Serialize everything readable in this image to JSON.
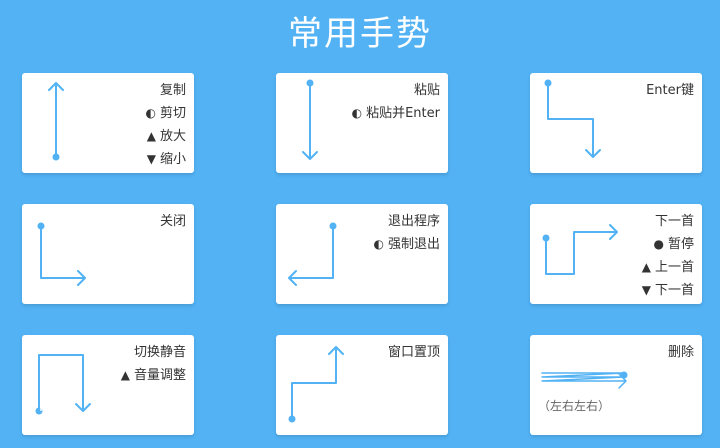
{
  "title": "常用手势",
  "colors": {
    "background": "#52b2f4",
    "stroke": "#52b2f4",
    "card": "#ffffff"
  },
  "cards": [
    {
      "name": "copy",
      "lines": [
        {
          "symbol": "",
          "text": "复制"
        },
        {
          "symbol": "◐",
          "text": "剪切"
        },
        {
          "symbol": "▲",
          "text": "放大"
        },
        {
          "symbol": "▼",
          "text": "缩小"
        }
      ]
    },
    {
      "name": "paste",
      "lines": [
        {
          "symbol": "",
          "text": "粘贴"
        },
        {
          "symbol": "◐",
          "text": "粘贴并Enter"
        }
      ]
    },
    {
      "name": "enter",
      "lines": [
        {
          "symbol": "",
          "text": "Enter键"
        }
      ]
    },
    {
      "name": "close",
      "lines": [
        {
          "symbol": "",
          "text": "关闭"
        }
      ]
    },
    {
      "name": "exit",
      "lines": [
        {
          "symbol": "",
          "text": "退出程序"
        },
        {
          "symbol": "◐",
          "text": "强制退出"
        }
      ]
    },
    {
      "name": "next-track",
      "lines": [
        {
          "symbol": "",
          "text": "下一首"
        },
        {
          "symbol": "●",
          "text": "暂停"
        },
        {
          "symbol": "▲",
          "text": "上一首"
        },
        {
          "symbol": "▼",
          "text": "下一首"
        }
      ]
    },
    {
      "name": "toggle-mute",
      "lines": [
        {
          "symbol": "",
          "text": "切换静音"
        },
        {
          "symbol": "▲",
          "text": "音量调整"
        }
      ]
    },
    {
      "name": "pin-window",
      "lines": [
        {
          "symbol": "",
          "text": "窗口置顶"
        }
      ]
    },
    {
      "name": "delete",
      "lines": [
        {
          "symbol": "",
          "text": "删除"
        }
      ],
      "note": "（左右左右）"
    }
  ]
}
